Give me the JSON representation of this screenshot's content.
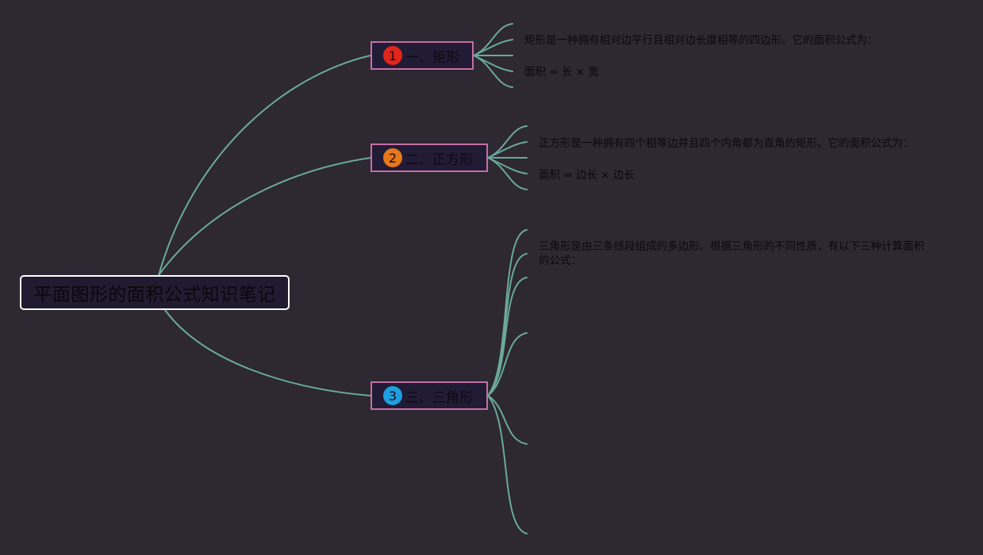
{
  "root": {
    "title": "平面图形的面积公式知识笔记"
  },
  "branches": [
    {
      "number": "1",
      "label": "一、矩形",
      "badge_color": "#e0261c",
      "notes": [
        "矩形是一种拥有相对边平行且相对边长度相等的四边形。它的面积公式为：",
        "面积 = 长 × 宽"
      ]
    },
    {
      "number": "2",
      "label": "二、正方形",
      "badge_color": "#e8761a",
      "notes": [
        "正方形是一种拥有四个相等边并且四个内角都为直角的矩形。它的面积公式为：",
        "面积 = 边长 × 边长"
      ]
    },
    {
      "number": "3",
      "label": "三、三角形",
      "badge_color": "#1e9fe0",
      "notes": [
        "三角形是由三条线段组成的多边形。根据三角形的不同性质，有以下三种计算面积的公式："
      ]
    }
  ],
  "colors": {
    "edge": "#6aa99a",
    "branch_border": "#c56fa4",
    "root_border": "#ffffff",
    "background": "#2d2831"
  }
}
